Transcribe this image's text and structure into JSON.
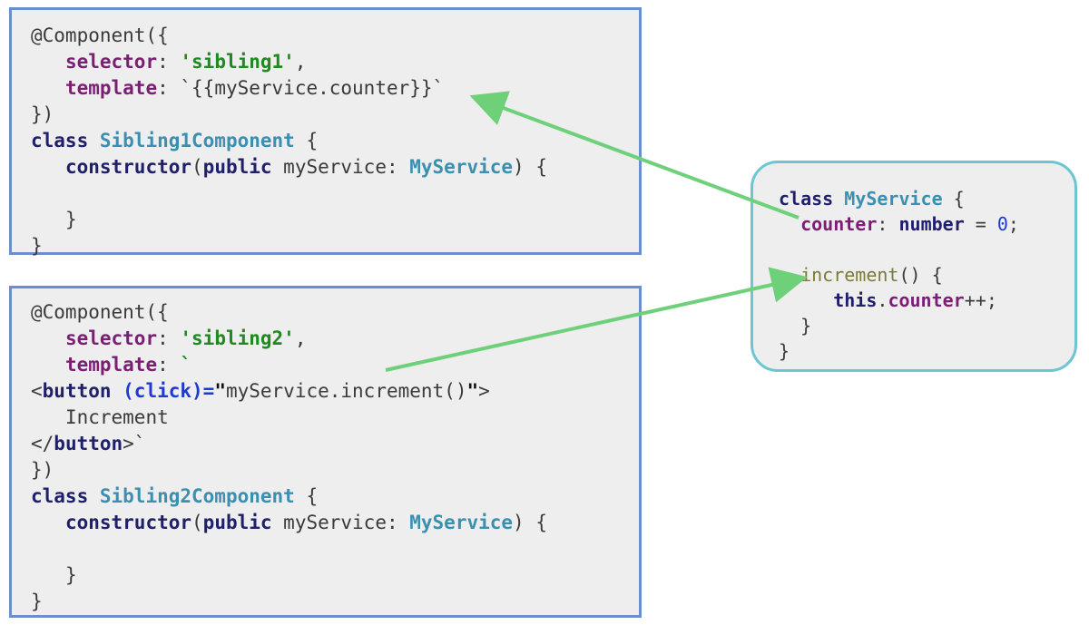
{
  "sibling1": {
    "l1": "@Component({",
    "l2_key": "selector",
    "l2_colon": ": ",
    "l2_val": "'sibling1'",
    "l2_end": ",",
    "l3_key": "template",
    "l3_colon": ": ",
    "l3_val": "`{{myService.counter}}`",
    "l4": "})",
    "l5_kw": "class",
    "l5_name": "Sibling1Component",
    "l5_end": " {",
    "l6_kw": "constructor",
    "l6_open": "(",
    "l6_pub": "public",
    "l6_param": " myService: ",
    "l6_type": "MyService",
    "l6_end": ") {",
    "l7": "",
    "l8": "}",
    "l9": "}"
  },
  "sibling2": {
    "l1": "@Component({",
    "l2_key": "selector",
    "l2_colon": ": ",
    "l2_val": "'sibling2'",
    "l2_end": ",",
    "l3_key": "template",
    "l3_colon": ": ",
    "l3_tick": "`",
    "l4_lt": "<",
    "l4_tag": "button",
    "l4_attr": " (click)=",
    "l4_q1": "\"",
    "l4_val": "myService.increment()",
    "l4_q2": "\"",
    "l4_gt": ">",
    "l5": "Increment",
    "l6_lt": "</",
    "l6_tag": "button",
    "l6_gt": ">`",
    "l7": "})",
    "l8_kw": "class",
    "l8_name": "Sibling2Component",
    "l8_end": " {",
    "l9_kw": "constructor",
    "l9_open": "(",
    "l9_pub": "public",
    "l9_param": " myService: ",
    "l9_type": "MyService",
    "l9_end": ") {",
    "l10": "",
    "l11": "}",
    "l12": "}"
  },
  "service": {
    "l1_kw": "class",
    "l1_name": "MyService",
    "l1_end": " {",
    "l2_prop": "counter",
    "l2_colon": ": ",
    "l2_type": "number",
    "l2_eq": " = ",
    "l2_num": "0",
    "l2_end": ";",
    "l3": "",
    "l4_method": "increment",
    "l4_end": "() {",
    "l5_this": "this",
    "l5_dot": ".",
    "l5_prop": "counter",
    "l5_end": "++;",
    "l6": "}",
    "l7": "}"
  },
  "colors": {
    "arrow": "#6fd07a",
    "box_border": "#6a8fcb",
    "service_border": "#6cc6d1",
    "box_fill": "#eeeeee"
  }
}
